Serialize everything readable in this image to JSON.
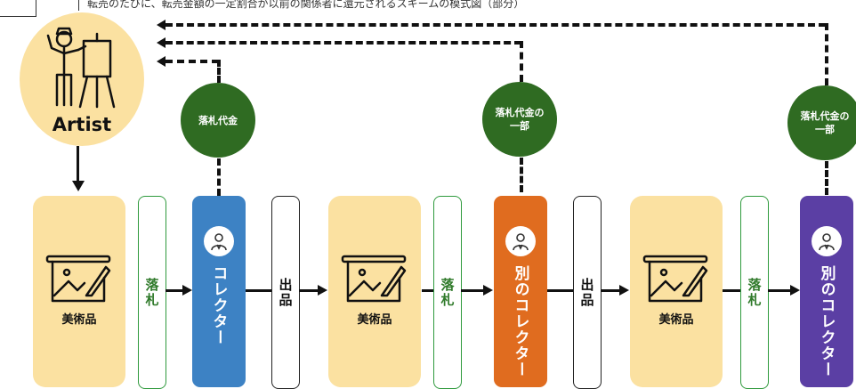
{
  "top_text": "転売のたびに、転売金額の一定割合が以前の関係者に還元されるスキームの模式図（部分）",
  "artist": {
    "label": "Artist",
    "icon": "painter-at-easel-icon"
  },
  "payments": [
    {
      "label": "落札代金"
    },
    {
      "label": "落札代金の\n一部"
    },
    {
      "label": "落札代金の\n一部"
    }
  ],
  "artworks": [
    {
      "label": "美術品",
      "icon": "painting-icon"
    },
    {
      "label": "美術品",
      "icon": "painting-icon"
    },
    {
      "label": "美術品",
      "icon": "painting-icon"
    }
  ],
  "steps": {
    "bid": "落札",
    "listing": "出品"
  },
  "collectors": [
    {
      "label": "コレクター",
      "color": "#3d82c4",
      "icon": "person-icon"
    },
    {
      "label": "別のコレクター",
      "color": "#e06c1f",
      "icon": "person-icon"
    },
    {
      "label": "別のコレクター",
      "color": "#5b3fa4",
      "icon": "person-icon"
    }
  ],
  "colors": {
    "artist_bg": "#fbe1a1",
    "payment_circle": "#2f6b22",
    "bid_border": "#2f9a3d"
  }
}
